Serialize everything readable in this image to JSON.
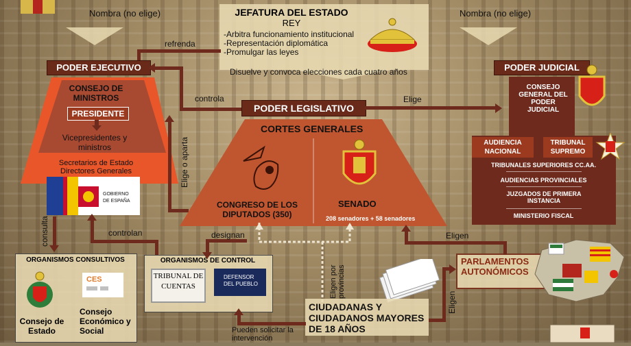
{
  "top": {
    "left_label": "Nombra (no elige)",
    "right_label": "Nombra (no elige)",
    "jefatura_title": "JEFATURA DEL ESTADO",
    "jefatura_sub": "REY",
    "jefatura_items": [
      "-Arbitra funcionamiento institucional",
      "-Representación diplomática",
      "-Promulgar las leyes"
    ],
    "disuelve": "Disuelve y convoca elecciones cada cuatro años",
    "refrenda": "refrenda"
  },
  "ejecutivo": {
    "title": "PODER EJECUTIVO",
    "consejo": "CONSEJO DE MINISTROS",
    "presidente": "PRESIDENTE",
    "vice": "Vicepresidentes y ministros",
    "secretarios": "Secretarios de Estado Directores Generales",
    "gobierno_logo": "GOBIERNO DE ESPAÑA"
  },
  "legislativo": {
    "title": "PODER LEGISLATIVO",
    "controla": "controla",
    "elige": "Elige",
    "elige_aparta": "Elige o aparta",
    "cortes": "CORTES GENERALES",
    "congreso": "CONGRESO DE LOS DIPUTADOS (350)",
    "senado": "SENADO",
    "senado_sub": "208 senadores + 58 senadores"
  },
  "judicial": {
    "title": "PODER JUDICIAL",
    "cgpj": "CONSEJO GENERAL DEL PODER JUDICIAL",
    "audiencia": "AUDIENCIA NACIONAL",
    "tribunal": "TRIBUNAL SUPREMO",
    "items": [
      "TRIBUNALES SUPERIORES CC.AA.",
      "AUDIENCIAS PROVINCIALES",
      "JUZGADOS DE PRIMERA INSTANCIA",
      "MINISTERIO FISCAL"
    ]
  },
  "consultivos": {
    "title": "ORGANISMOS CONSULTIVOS",
    "consejo_estado": "Consejo de Estado",
    "ces_logo": "CES",
    "ces": "Consejo Económico y Social",
    "consulta": "consulta"
  },
  "control": {
    "title": "ORGANISMOS DE CONTROL",
    "tribunal_cuentas": "TRIBUNAL DE CUENTAS",
    "defensor": "DEFENSOR DEL PUEBLO",
    "controlan": "controlan",
    "designan": "designan"
  },
  "ciudadanos": {
    "label": "CIUDADANAS Y CIUDADANOS MAYORES DE 18 AÑOS",
    "elige_prov": "Eligen por provincias",
    "eligen_side": "Eligen",
    "pueden": "Pueden solicitar la intervención"
  },
  "autonomicos": {
    "label": "PARLAMENTOS AUTONÓMICOS",
    "eligen": "Eligen"
  },
  "colors": {
    "dark_red": "#6a2a1a",
    "orange": "#e8562a",
    "brown": "#7a3420",
    "beige": "#e8d9b2"
  }
}
